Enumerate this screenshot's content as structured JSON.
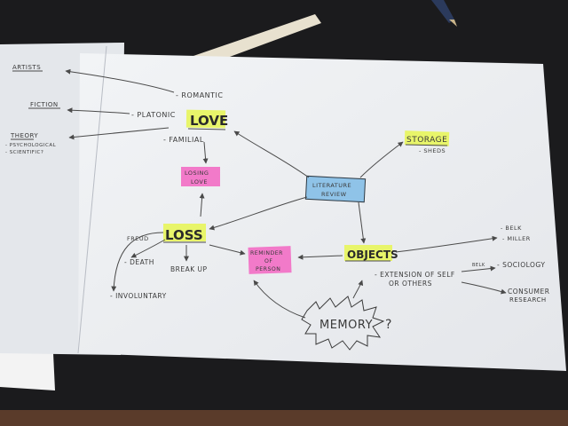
{
  "colors": {
    "table": "#1b1b1d",
    "paper": "#eef0f2",
    "left_sheet": "#e6e8ec",
    "highlight_yellow": "#e8f56a",
    "highlight_pink": "#f27ac9",
    "highlight_blue": "#8fc3e8",
    "ink": "#3a3a3a"
  },
  "left_sheet": {
    "artists": "ARTISTS",
    "fiction": "FICTION",
    "theory": "THEORY",
    "psychological": "- PSYCHOLOGICAL",
    "scientific": "- SCIENTIFIC?"
  },
  "map": {
    "romantic": "- ROMANTIC",
    "platonic": "- PLATONIC",
    "love": "LOVE",
    "familial": "- FAMILIAL",
    "losing_love_1": "LOSING",
    "losing_love_2": "LOVE",
    "literature_review_1": "LITERATURE",
    "literature_review_2": "REVIEW",
    "storage": "STORAGE",
    "sheds": "- SHEDS",
    "freud": "FREUD",
    "loss": "LOSS",
    "death": "- DEATH",
    "break_up": "BREAK UP",
    "involuntary": "- INVOLUNTARY",
    "reminder_1": "REMINDER",
    "reminder_2": "OF",
    "reminder_3": "PERSON",
    "objects": "OBJECTS",
    "belk": "- BELK",
    "miller": "- MILLER",
    "extension_1": "- EXTENSION OF SELF",
    "extension_2": "OR OTHERS",
    "belk_small": "BELK",
    "sociology": "- SOCIOLOGY",
    "consumer_1": "CONSUMER",
    "consumer_2": "RESEARCH",
    "memory": "MEMORY",
    "question": "?"
  }
}
